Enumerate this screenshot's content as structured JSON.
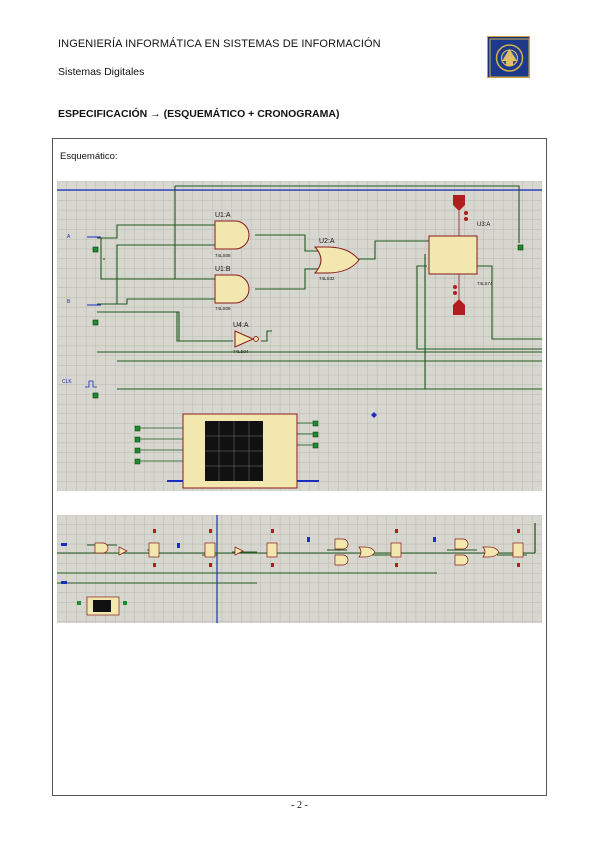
{
  "header": {
    "line1": "INGENIERÍA INFORMÁTICA EN SISTEMAS DE INFORMACIÓN",
    "line2": "Sistemas Digitales"
  },
  "section_title": "ESPECIFICACIÓN → (ESQUEMÁTICO + CRONOGRAMA)",
  "schematic_label": "Esquemático:",
  "schematic": {
    "gates": {
      "and1": "U1:A",
      "and2": "U1:B",
      "or1": "U2:A",
      "not1": "U4:A",
      "ff": "U3:A",
      "and_part": "74LS08",
      "or_part": "74LS32",
      "not_part": "74LS04",
      "ff_part": "74LS74"
    }
  },
  "footer": {
    "page_number": "- 2 -"
  },
  "colors": {
    "panel_bg": "#d7d7cf",
    "grid": "#b9b9b1",
    "wire": "#1f5a1f",
    "bus": "#1a2ec0",
    "gate_fill": "#f3e7b0",
    "gate_stroke": "#8b1a1a",
    "probe": "#b01e1e",
    "logo_bg": "#1a2f7a"
  }
}
